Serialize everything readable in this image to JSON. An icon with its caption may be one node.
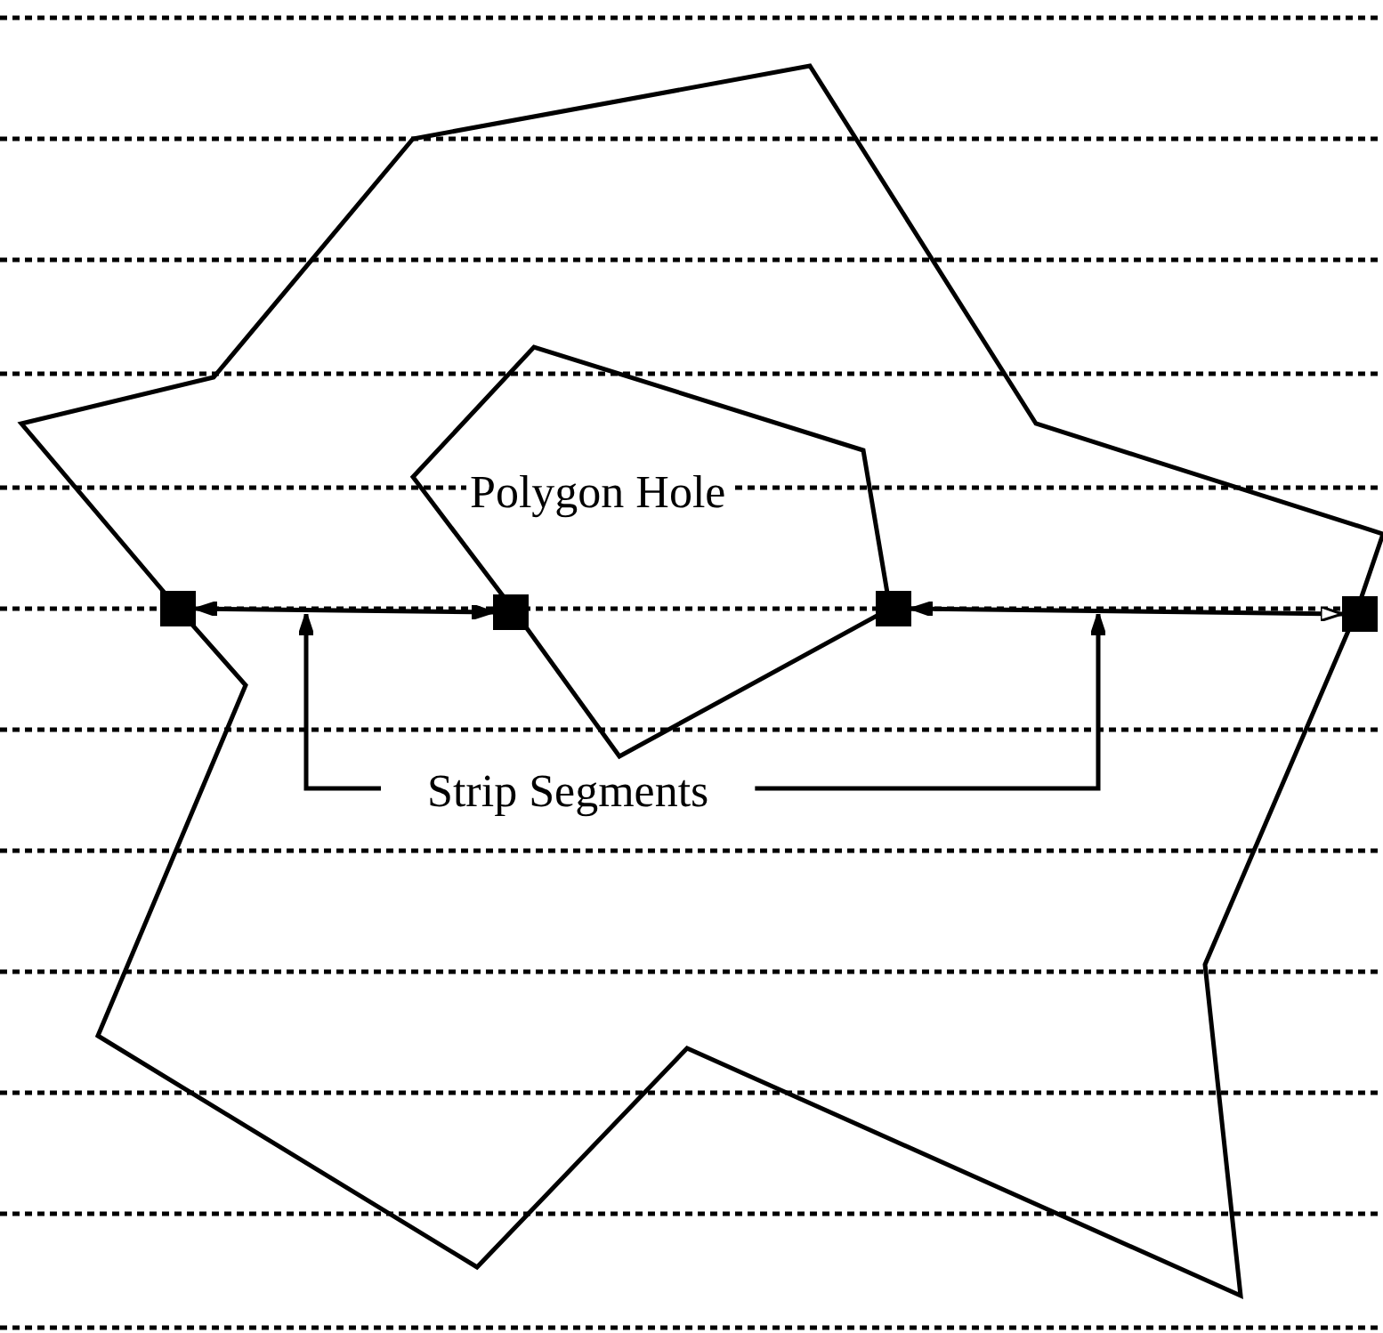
{
  "diagram": {
    "nodes": [
      {
        "text": [],
        "shape": "polygon"
      },
      {
        "text": [
          "Polygon Hole"
        ],
        "in": 0
      },
      {
        "text": [],
        "shape": "box"
      },
      {
        "text": [],
        "shape": "box",
        "in": 0
      },
      {
        "text": [],
        "shape": "box",
        "in": 0
      },
      {
        "text": [],
        "shape": "box"
      },
      {
        "text": [
          "Strip Segments"
        ],
        "in": 0
      }
    ],
    "edges": [
      {
        "from": 2,
        "to": 3,
        "arrow": "both"
      },
      {
        "from": 4,
        "to": 5,
        "arrow": "both"
      },
      {
        "from": 6,
        "to": null,
        "arrow": "to"
      },
      {
        "from": 6,
        "to": null,
        "arrow": "to"
      }
    ]
  }
}
